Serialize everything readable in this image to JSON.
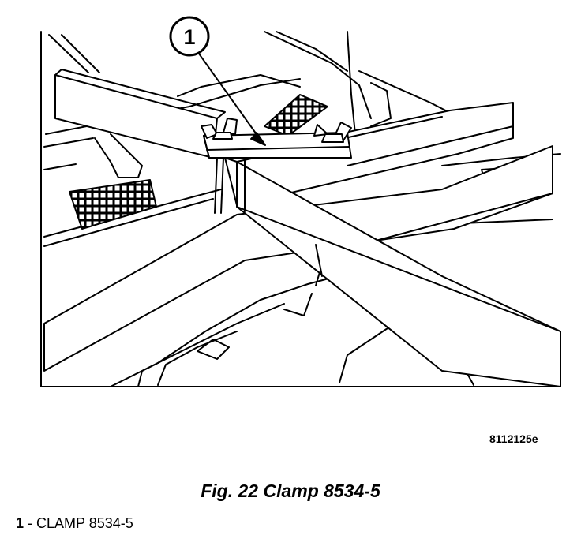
{
  "callout": {
    "number": "1"
  },
  "reference_code": "8112125e",
  "caption": "Fig. 22 Clamp 8534-5",
  "legend": [
    {
      "number": "1",
      "text": "- CLAMP 8534-5"
    }
  ]
}
